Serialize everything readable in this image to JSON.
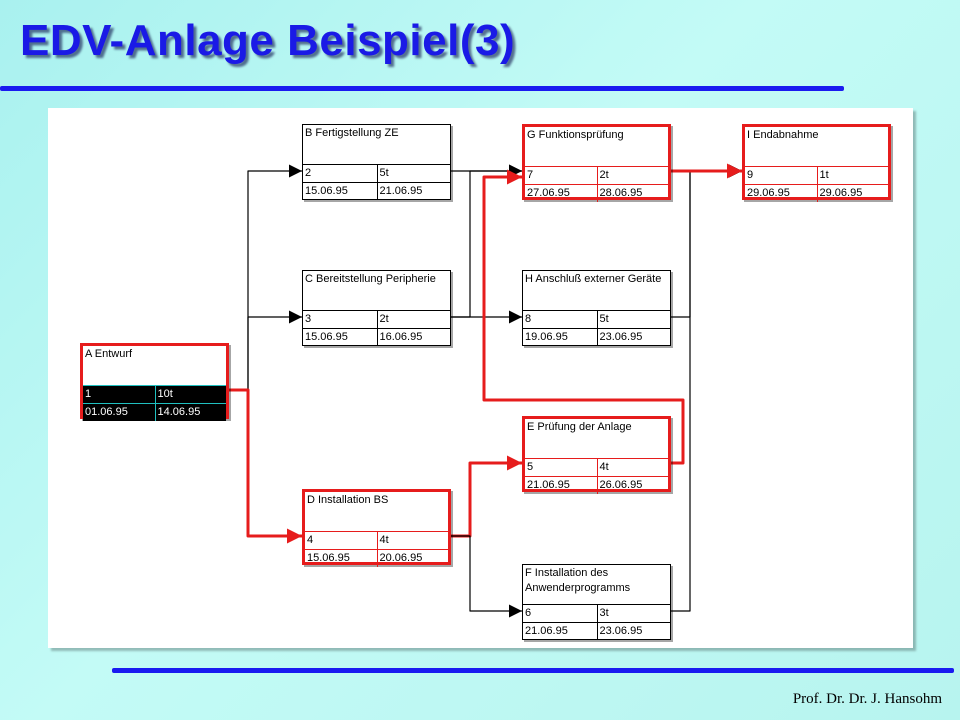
{
  "slide": {
    "title": "EDV-Anlage Beispiel(3)",
    "author": "Prof. Dr. Dr. J. Hansohm"
  },
  "colors": {
    "title": "#1a1ae6",
    "critical": "#e61c1c",
    "normal": "#000000",
    "background": "#b7f4ef"
  },
  "diagram": {
    "nodes": [
      {
        "id": "A",
        "name": "A Entwurf",
        "nr": "1",
        "duration": "10t",
        "start": "01.06.95",
        "end": "14.06.95",
        "critical": true,
        "selected": true
      },
      {
        "id": "B",
        "name": "B Fertigstellung ZE",
        "nr": "2",
        "duration": "5t",
        "start": "15.06.95",
        "end": "21.06.95",
        "critical": false,
        "selected": false
      },
      {
        "id": "C",
        "name": "C Bereitstellung Peripherie",
        "nr": "3",
        "duration": "2t",
        "start": "15.06.95",
        "end": "16.06.95",
        "critical": false,
        "selected": false
      },
      {
        "id": "D",
        "name": "D Installation BS",
        "nr": "4",
        "duration": "4t",
        "start": "15.06.95",
        "end": "20.06.95",
        "critical": true,
        "selected": false
      },
      {
        "id": "E",
        "name": "E Prüfung der Anlage",
        "nr": "5",
        "duration": "4t",
        "start": "21.06.95",
        "end": "26.06.95",
        "critical": true,
        "selected": false
      },
      {
        "id": "F",
        "name": "F Installation des Anwenderprogramms",
        "nr": "6",
        "duration": "3t",
        "start": "21.06.95",
        "end": "23.06.95",
        "critical": false,
        "selected": false
      },
      {
        "id": "G",
        "name": "G Funktionsprüfung",
        "nr": "7",
        "duration": "2t",
        "start": "27.06.95",
        "end": "28.06.95",
        "critical": true,
        "selected": false
      },
      {
        "id": "H",
        "name": "H Anschluß externer Geräte",
        "nr": "8",
        "duration": "5t",
        "start": "19.06.95",
        "end": "23.06.95",
        "critical": false,
        "selected": false
      },
      {
        "id": "I",
        "name": "I Endabnahme",
        "nr": "9",
        "duration": "1t",
        "start": "29.06.95",
        "end": "29.06.95",
        "critical": true,
        "selected": false
      }
    ],
    "edges": [
      {
        "from": "A",
        "to": "B",
        "critical": false
      },
      {
        "from": "A",
        "to": "C",
        "critical": false
      },
      {
        "from": "A",
        "to": "D",
        "critical": true
      },
      {
        "from": "B",
        "to": "G",
        "critical": false
      },
      {
        "from": "C",
        "to": "G",
        "critical": false
      },
      {
        "from": "C",
        "to": "H",
        "critical": false
      },
      {
        "from": "D",
        "to": "E",
        "critical": true
      },
      {
        "from": "D",
        "to": "F",
        "critical": false
      },
      {
        "from": "E",
        "to": "G",
        "critical": true
      },
      {
        "from": "F",
        "to": "I",
        "critical": false
      },
      {
        "from": "H",
        "to": "I",
        "critical": false
      },
      {
        "from": "G",
        "to": "I",
        "critical": true
      }
    ]
  }
}
